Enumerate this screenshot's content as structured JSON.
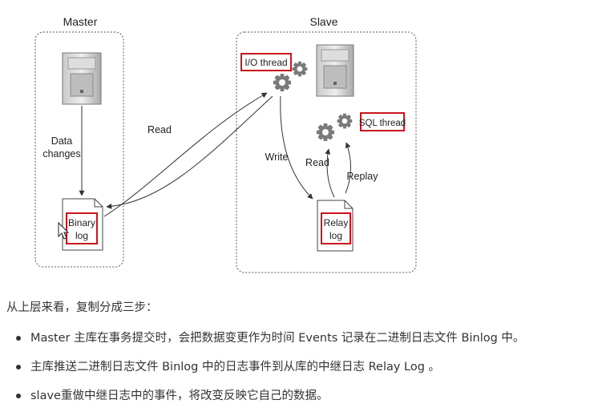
{
  "diagram": {
    "master": {
      "title": "Master",
      "data_changes_line1": "Data",
      "data_changes_line2": "changes",
      "binary_log_line1": "Binary",
      "binary_log_line2": "log"
    },
    "slave": {
      "title": "Slave",
      "io_thread": "I/O thread",
      "sql_thread": "SQL thread",
      "relay_log_line1": "Relay",
      "relay_log_line2": "log"
    },
    "arrows": {
      "read_binlog": "Read",
      "write": "Write",
      "read_relay": "Read",
      "replay": "Replay"
    },
    "highlight_color": "#c8151b"
  },
  "text": {
    "intro": "从上层来看，复制分成三步：",
    "steps": [
      "Master 主库在事务提交时，会把数据变更作为时间 Events 记录在二进制日志文件 Binlog 中。",
      "主库推送二进制日志文件 Binlog 中的日志事件到从库的中继日志 Relay Log 。",
      "slave重做中继日志中的事件，将改变反映它自己的数据。"
    ]
  }
}
